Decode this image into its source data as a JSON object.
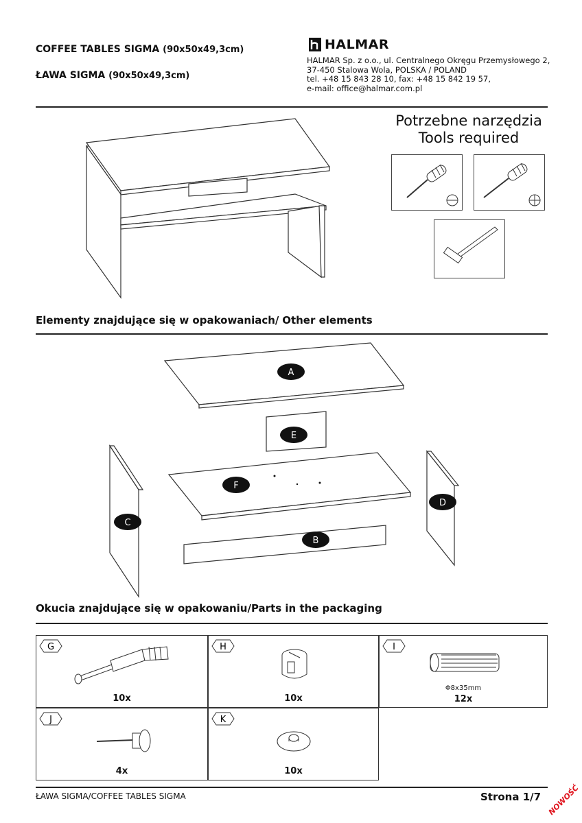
{
  "header": {
    "title_en": "COFFEE TABLES SIGMA",
    "title_en_dim": "(90x50x49,3cm)",
    "title_pl": "ŁAWA SIGMA",
    "title_pl_dim": "(90x50x49,3cm)",
    "brand": "HALMAR",
    "address_lines": [
      "HALMAR Sp. z o.o., ul. Centralnego Okręgu Przemysłowego 2,",
      "37-450 Stalowa Wola, POLSKA / POLAND",
      "tel. +48 15 843 28 10, fax: +48 15 842 19 57,",
      "e-mail: office@halmar.com.pl"
    ]
  },
  "tools": {
    "title_pl": "Potrzebne narzędzia",
    "title_en": "Tools required",
    "items": [
      "flathead-screwdriver-icon",
      "phillips-screwdriver-icon",
      "hammer-icon"
    ]
  },
  "elements_section": {
    "title_pl": "Elementy znajdujące się w opakowaniach/",
    "title_en": "Other elements",
    "labels": [
      "A",
      "E",
      "F",
      "D",
      "C",
      "B"
    ]
  },
  "parts_section": {
    "title_pl": "Okucia znajdujące się w opakowaniu/",
    "title_en": "Parts in the packaging",
    "parts": [
      {
        "label": "G",
        "qty": "10x",
        "icon": "cam-bolt-icon"
      },
      {
        "label": "H",
        "qty": "10x",
        "icon": "cam-lock-icon"
      },
      {
        "label": "I",
        "qty": "12x",
        "spec": "Φ8x35mm",
        "icon": "wooden-dowel-icon"
      },
      {
        "label": "J",
        "qty": "4x",
        "icon": "nail-glide-icon"
      },
      {
        "label": "K",
        "qty": "10x",
        "icon": "cover-cap-icon"
      }
    ]
  },
  "footer": {
    "left": "ŁAWA SIGMA/COFFEE TABLES SIGMA",
    "page": "Strona 1/7",
    "stamp": "NOWOŚĆ"
  }
}
